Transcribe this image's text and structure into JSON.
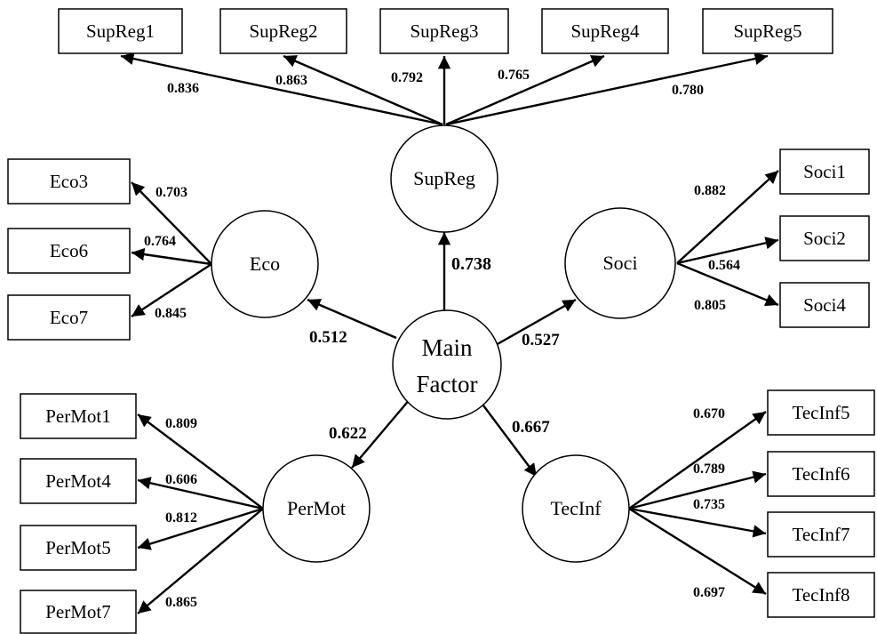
{
  "main_factor": {
    "line1": "Main",
    "line2": "Factor"
  },
  "latents": {
    "supreg": "SupReg",
    "eco": "Eco",
    "soci": "Soci",
    "permot": "PerMot",
    "tecinf": "TecInf"
  },
  "structural_loadings": {
    "supreg": "0.738",
    "eco": "0.512",
    "soci": "0.527",
    "permot": "0.622",
    "tecinf": "0.667"
  },
  "indicators": {
    "supreg": [
      {
        "name": "SupReg1",
        "loading": "0.836"
      },
      {
        "name": "SupReg2",
        "loading": "0.863"
      },
      {
        "name": "SupReg3",
        "loading": "0.792"
      },
      {
        "name": "SupReg4",
        "loading": "0.765"
      },
      {
        "name": "SupReg5",
        "loading": "0.780"
      }
    ],
    "eco": [
      {
        "name": "Eco3",
        "loading": "0.703"
      },
      {
        "name": "Eco6",
        "loading": "0.764"
      },
      {
        "name": "Eco7",
        "loading": "0.845"
      }
    ],
    "soci": [
      {
        "name": "Soci1",
        "loading": "0.882"
      },
      {
        "name": "Soci2",
        "loading": "0.564"
      },
      {
        "name": "Soci4",
        "loading": "0.805"
      }
    ],
    "permot": [
      {
        "name": "PerMot1",
        "loading": "0.809"
      },
      {
        "name": "PerMot4",
        "loading": "0.606"
      },
      {
        "name": "PerMot5",
        "loading": "0.812"
      },
      {
        "name": "PerMot7",
        "loading": "0.865"
      }
    ],
    "tecinf": [
      {
        "name": "TecInf5",
        "loading": "0.670"
      },
      {
        "name": "TecInf6",
        "loading": "0.789"
      },
      {
        "name": "TecInf7",
        "loading": "0.735"
      },
      {
        "name": "TecInf8",
        "loading": "0.697"
      }
    ]
  }
}
